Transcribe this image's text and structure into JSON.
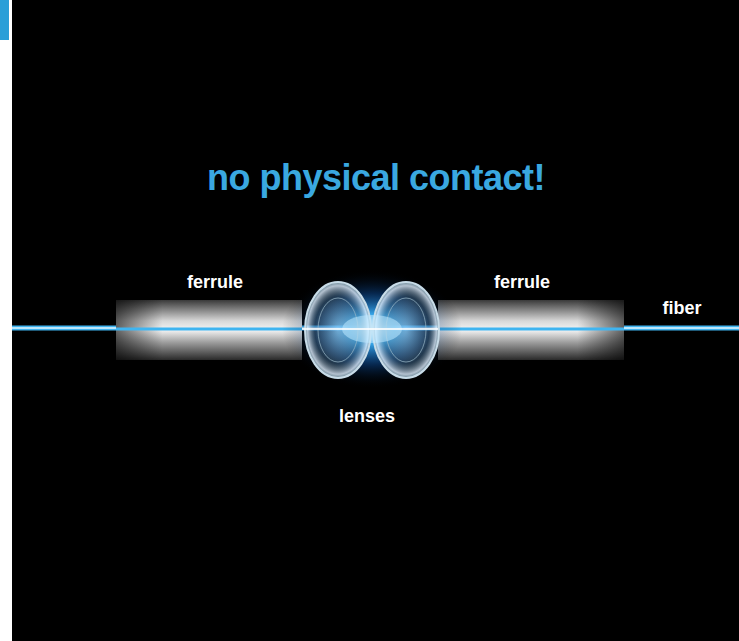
{
  "diagram": {
    "title": "no physical contact!",
    "labels": [
      "ferrule",
      "ferrule",
      "fiber",
      "lenses"
    ]
  }
}
